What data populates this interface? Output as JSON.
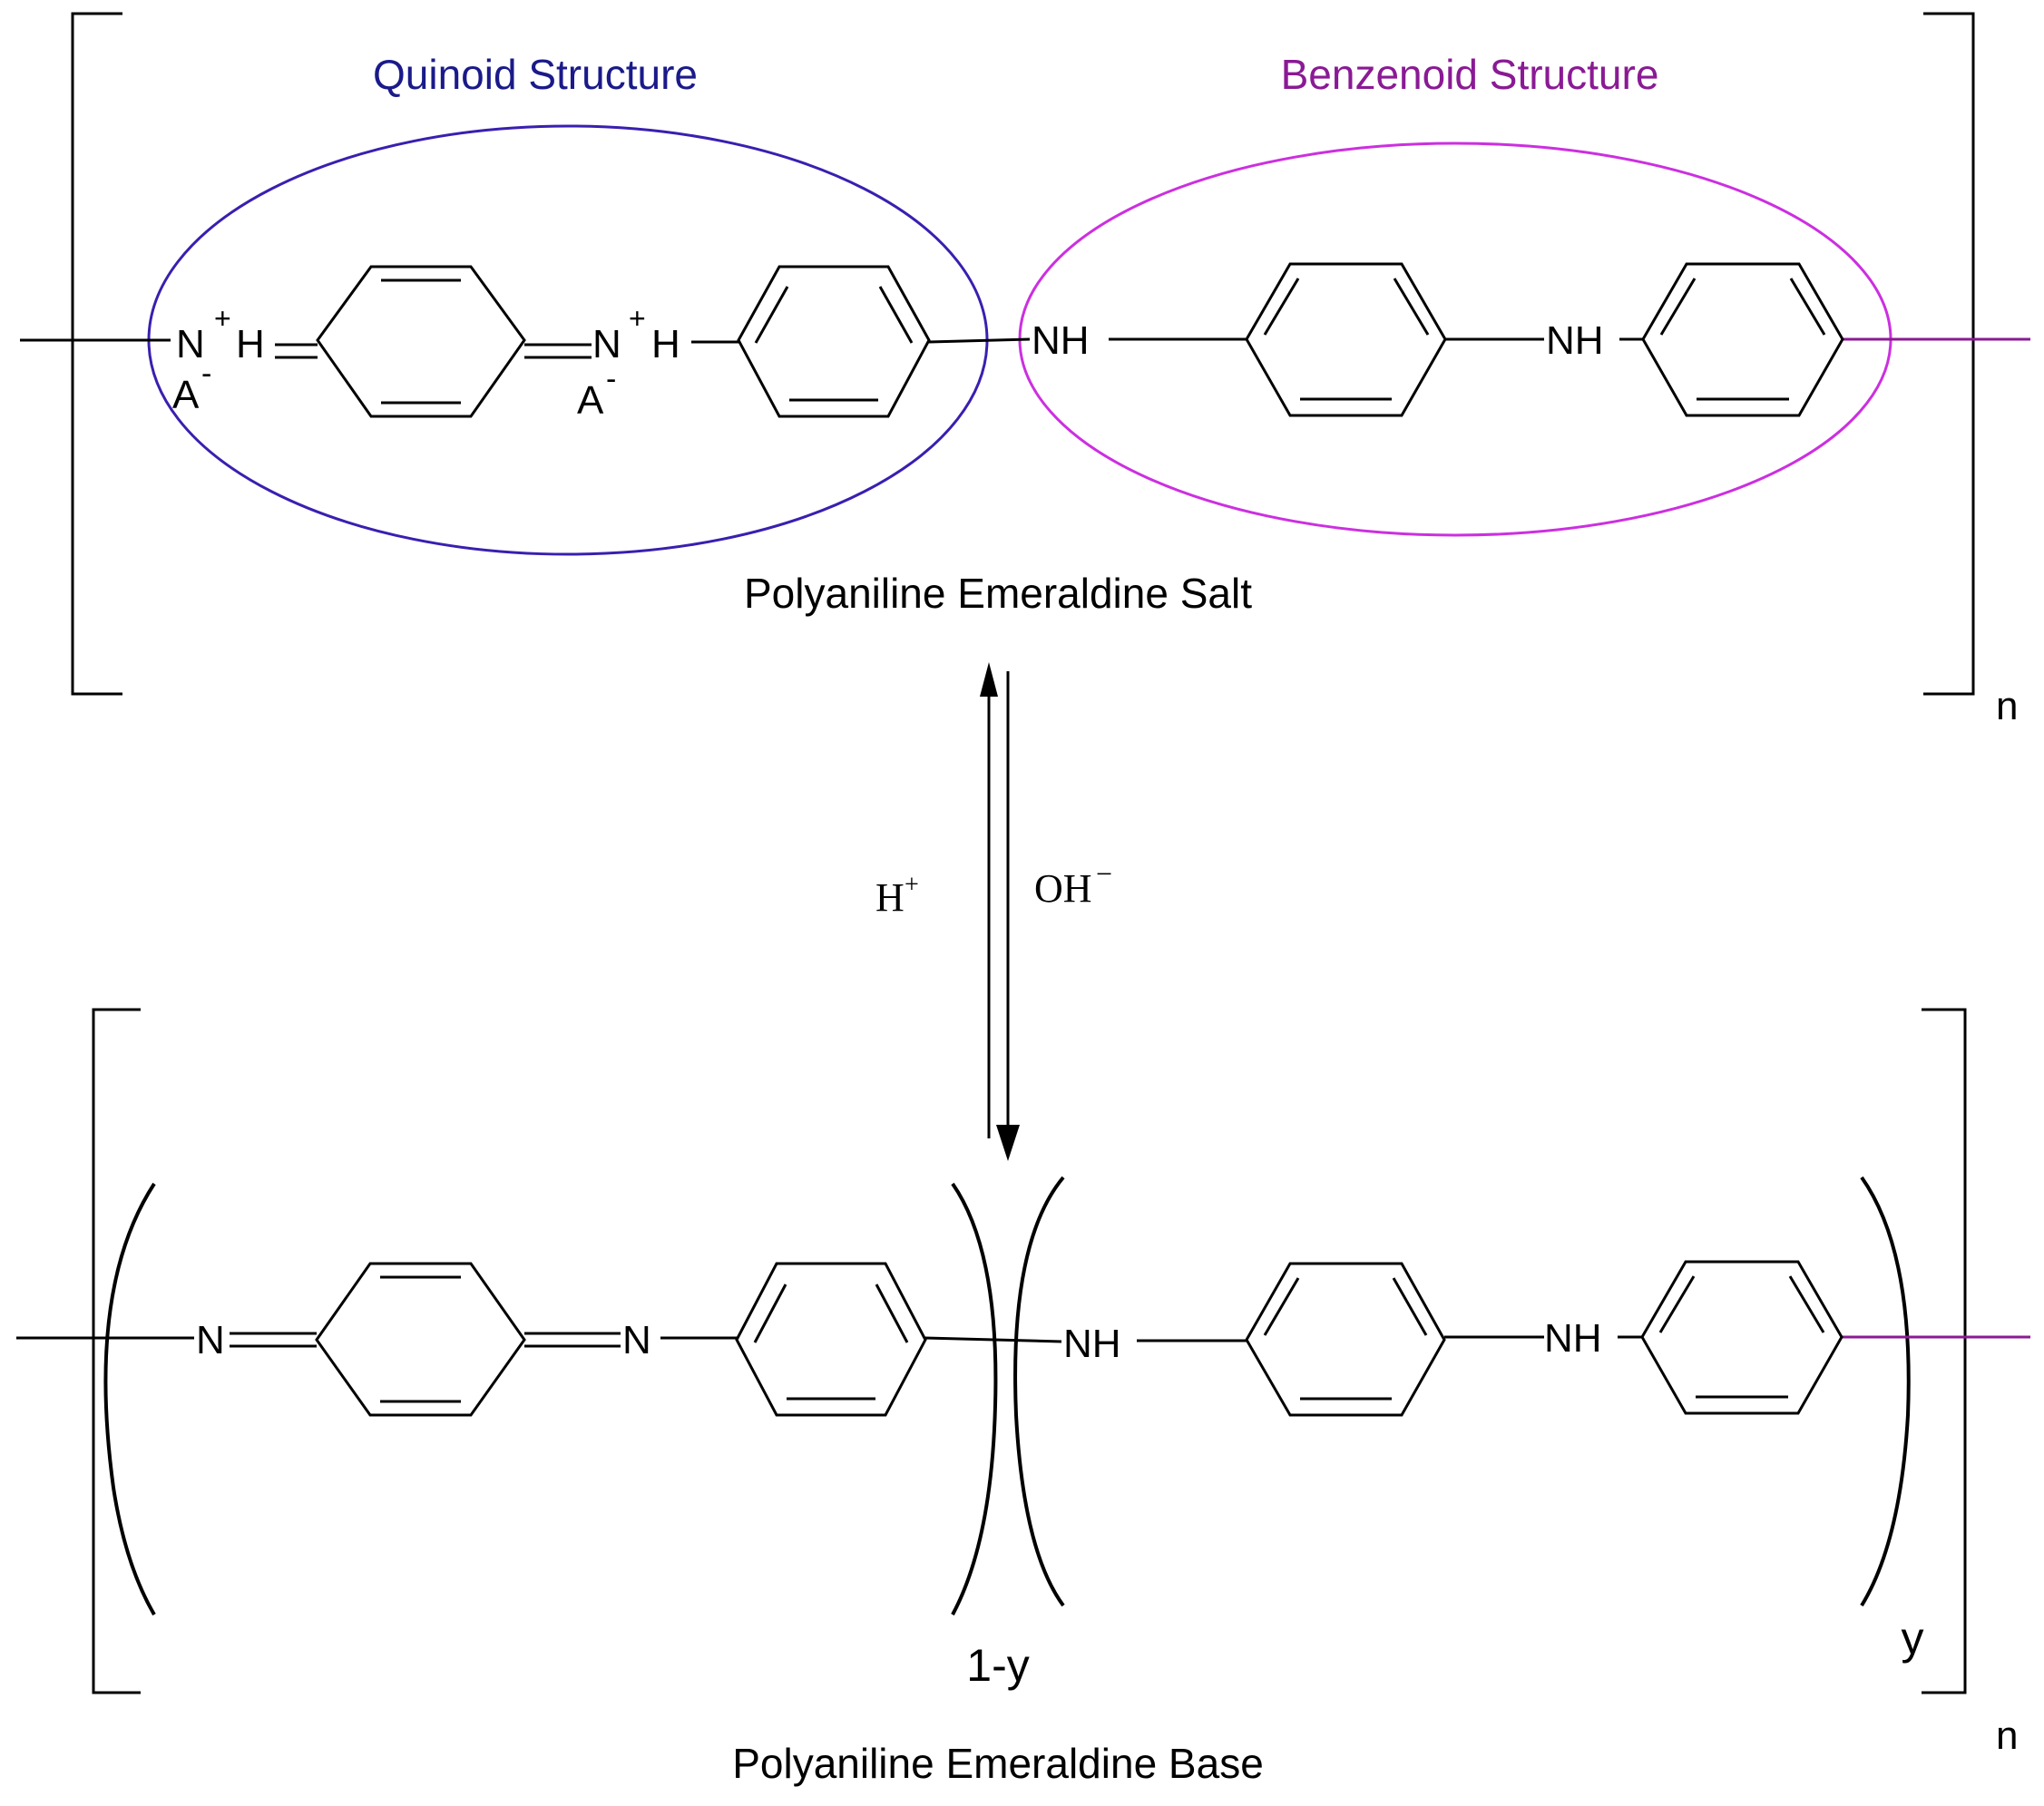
{
  "colors": {
    "ink": "#000000",
    "quinoid": "#3a1fb0",
    "quinoid_text": "#1a1a8a",
    "benzenoid": "#cc2fe0",
    "benzenoid_text": "#8a1a94",
    "bond_end": "#8a1a94"
  },
  "top": {
    "quinoid_label": "Quinoid Structure",
    "benzenoid_label": "Benzenoid Structure",
    "n1": "N",
    "n1_charge": "+",
    "h1": "H",
    "a1": "A",
    "a1_charge": "-",
    "n2": "N",
    "n2_charge": "+",
    "h2": "H",
    "a2": "A",
    "a2_charge": "-",
    "nh1": "NH",
    "nh2": "NH",
    "caption": "Polyaniline Emeraldine Salt",
    "subscript": "n"
  },
  "equilibrium": {
    "acid": "H",
    "acid_charge": "+",
    "base": "OH",
    "base_charge": "−"
  },
  "bottom": {
    "n1": "N",
    "n2": "N",
    "nh1": "NH",
    "nh2": "NH",
    "left_subscript": "1-y",
    "right_subscript": "y",
    "subscript": "n",
    "caption": "Polyaniline Emeraldine Base"
  }
}
